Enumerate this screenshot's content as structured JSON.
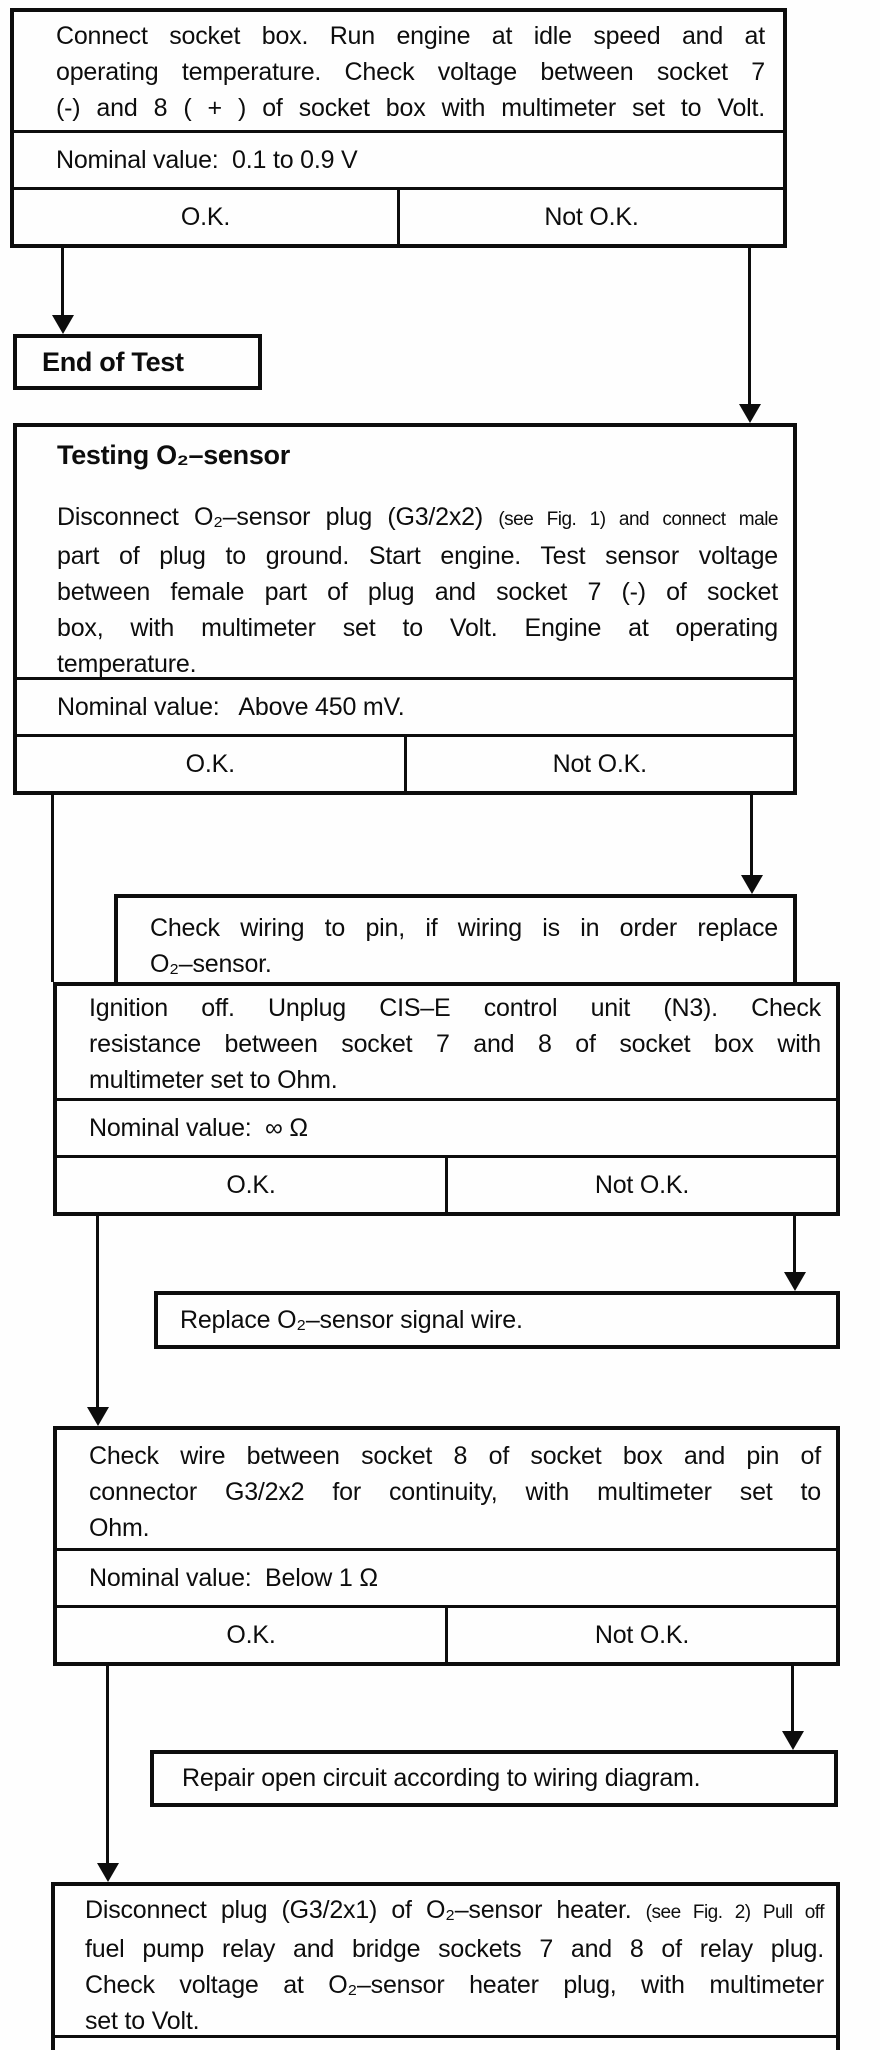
{
  "colors": {
    "ink": "#0d0d0d",
    "paper": "#fefefe"
  },
  "labels": {
    "ok": "O.K.",
    "not_ok": "Not O.K."
  },
  "flow": {
    "voltage_test": {
      "lines": [
        "Connect socket box.  Run engine at idle speed and at",
        "operating temperature.  Check voltage between socket 7",
        "(-) and 8 ( + ) of socket box with multimeter set to Volt."
      ],
      "nominal": "Nominal value:  0.1 to 0.9 V"
    },
    "end_of_test": {
      "label": "End of Test"
    },
    "sensor_test": {
      "title": "Testing O₂–sensor",
      "line1_main": "Disconnect O₂–sensor plug (G3/2x2)",
      "line1_small": "(see Fig. 1) and connect male",
      "lines": [
        "part of plug to ground.  Start engine.  Test sensor voltage",
        "between female part of plug and socket 7 (-) of socket",
        "box, with multimeter set to Volt.  Engine at operating",
        "temperature."
      ],
      "nominal": "Nominal value:   Above 450 mV."
    },
    "check_wiring": {
      "lines": [
        "Check wiring to pin, if wiring is in order replace",
        "O₂–sensor."
      ]
    },
    "resistance_test": {
      "lines": [
        "Ignition off. Unplug CIS–E control unit (N3).  Check",
        "resistance between socket 7 and 8 of socket box with",
        "multimeter set to Ohm."
      ],
      "nominal": "Nominal value:  ∞ Ω"
    },
    "replace_wire": {
      "label": "Replace O₂–sensor signal wire."
    },
    "continuity_test": {
      "lines": [
        "Check wire between socket 8 of socket box and pin of",
        "connector G3/2x2 for continuity, with multimeter set to",
        "Ohm."
      ],
      "nominal": "Nominal value:  Below 1 Ω"
    },
    "repair_circuit": {
      "label": "Repair open circuit according to wiring diagram."
    },
    "heater_test": {
      "line1_main": "Disconnect plug (G3/2x1) of O₂–sensor heater.",
      "line1_small": "(see Fig. 2) Pull off",
      "lines": [
        "fuel pump relay and bridge sockets 7 and 8 of relay plug.",
        "Check voltage at O₂–sensor heater plug, with multimeter",
        "set to Volt."
      ]
    }
  }
}
